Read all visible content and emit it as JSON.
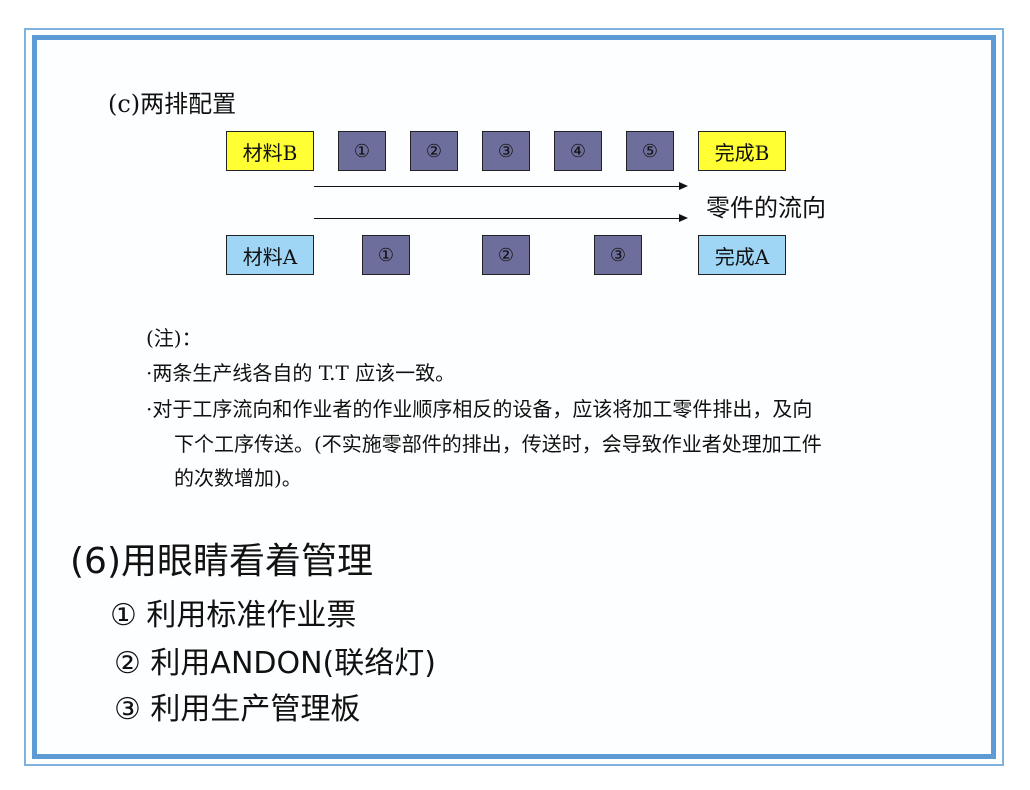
{
  "section_c": {
    "title": "(c)两排配置"
  },
  "row_b": {
    "start": "材料B",
    "steps": [
      "①",
      "②",
      "③",
      "④",
      "⑤"
    ],
    "end": "完成B"
  },
  "row_a": {
    "start": "材料A",
    "steps": [
      "①",
      "②",
      "③"
    ],
    "end": "完成A"
  },
  "flow_label": "零件的流向",
  "notes": {
    "header": "(注)：",
    "line1": "·两条生产线各自的 T.T 应该一致。",
    "line2a": "·对于工序流向和作业者的作业顺序相反的设备，应该将加工零件排出，及向",
    "line2b": "下个工序传送。(不实施零部件的排出，传送时，会导致作业者处理加工件",
    "line2c": "的次数增加)。"
  },
  "section_6": {
    "title": "(6)用眼睛看着管理",
    "items": [
      "① 利用标准作业票",
      "② 利用ANDON(联络灯)",
      "③ 利用生产管理板"
    ]
  },
  "colors": {
    "frame": "#5d9bd5",
    "yellow_box": "#ffff33",
    "blue_box": "#9fd6f5",
    "step_box": "#6e6e9c"
  }
}
